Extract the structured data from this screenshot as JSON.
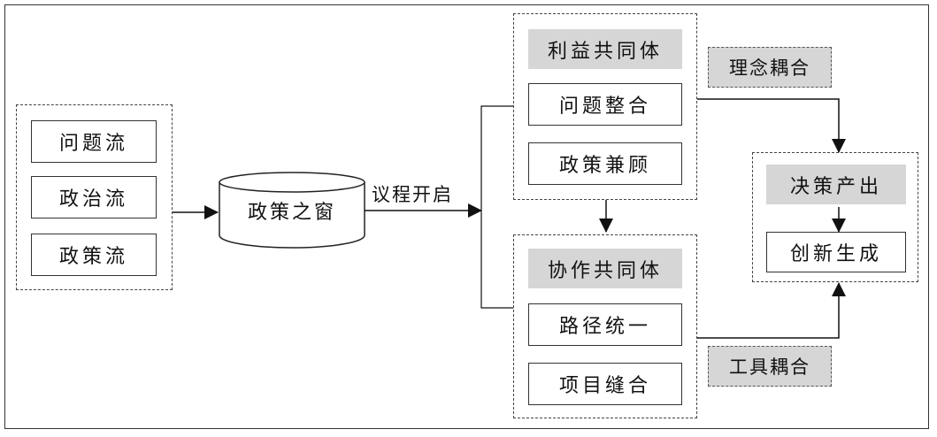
{
  "streams": {
    "problem": "问题流",
    "politics": "政治流",
    "policy": "政策流"
  },
  "window": {
    "label": "政策之窗"
  },
  "arrow_label": "议程开启",
  "interest_community": {
    "title": "利益共同体",
    "item1": "问题整合",
    "item2": "政策兼顾"
  },
  "collab_community": {
    "title": "协作共同体",
    "item1": "路径统一",
    "item2": "项目缝合"
  },
  "couplings": {
    "concept": "理念耦合",
    "tool": "工具耦合"
  },
  "decision": {
    "title": "决策产出",
    "result": "创新生成"
  }
}
